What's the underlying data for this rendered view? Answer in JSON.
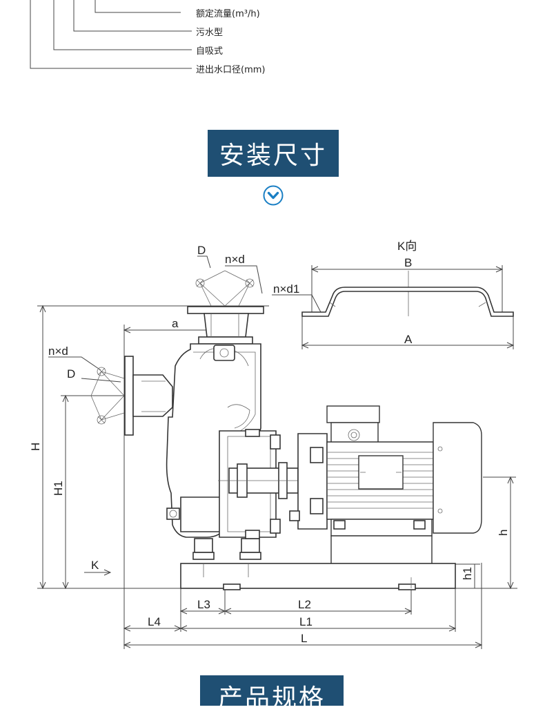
{
  "model_legend": {
    "rated_flow": "额定流量(m³/h)",
    "sewage_type": "污水型",
    "self_priming": "自吸式",
    "port_diameter": "进出水口径(mm)"
  },
  "section": {
    "title": "安装尺寸",
    "next_title": "产品规格"
  },
  "dimensions": {
    "D_top": "D",
    "nxd_top": "n×d",
    "k_direction": "K向",
    "B": "B",
    "nxd1": "n×d1",
    "A": "A",
    "a": "a",
    "nxd_side": "n×d",
    "D_side": "D",
    "H": "H",
    "H1": "H1",
    "K": "K",
    "h": "h",
    "h1": "h1",
    "L3": "L3",
    "L2": "L2",
    "L4": "L4",
    "L1": "L1",
    "L": "L"
  },
  "colors": {
    "accent": "#1f4f73",
    "line": "#444444"
  },
  "icons": {
    "scroll_down": "chevron-down-circle-icon"
  }
}
